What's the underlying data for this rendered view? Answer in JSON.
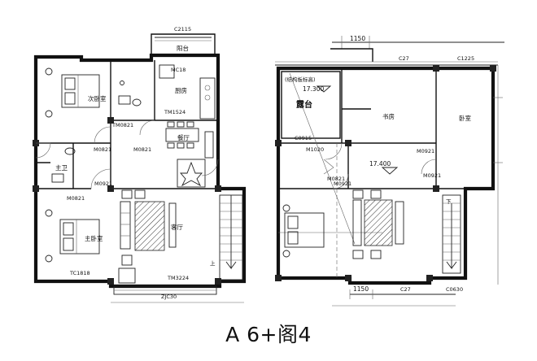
{
  "caption": "A 6+阁4",
  "left_plan": {
    "labels": {
      "c2115": "C2115",
      "balcony": "阳台",
      "mc18": "MC18",
      "kitchen": "厨房",
      "bedroom2": "次卧室",
      "tm1524": "TM1524",
      "tm0821": "TM0821",
      "dining": "餐厅",
      "m0821_a": "M0821",
      "m0821_b": "M0821",
      "master_bath": "主卫",
      "m0921": "M0921",
      "m0821_c": "M0821",
      "master_bed": "主卧室",
      "living": "客厅",
      "tc1818": "TC1818",
      "tm3224": "TM3224",
      "zjc30": "ZJC30",
      "up": "上"
    }
  },
  "right_plan": {
    "labels": {
      "dim_1150_top": "1150",
      "c27_top": "C27",
      "c1225": "C1225",
      "struct_elev": "(结构板标高)",
      "elev_17300": "17.300",
      "terrace": "露台",
      "study": "书房",
      "bedroom": "卧室",
      "c0915": "C0915",
      "m1020": "M1020",
      "m0921_a": "M0921",
      "elev_17400": "17.400",
      "m0821": "M0821",
      "m0921_b": "M0921",
      "m0921_c": "M0921",
      "down": "下",
      "dim_1150_bottom": "1150",
      "c27_bottom": "C27",
      "c0630": "C0630"
    }
  }
}
